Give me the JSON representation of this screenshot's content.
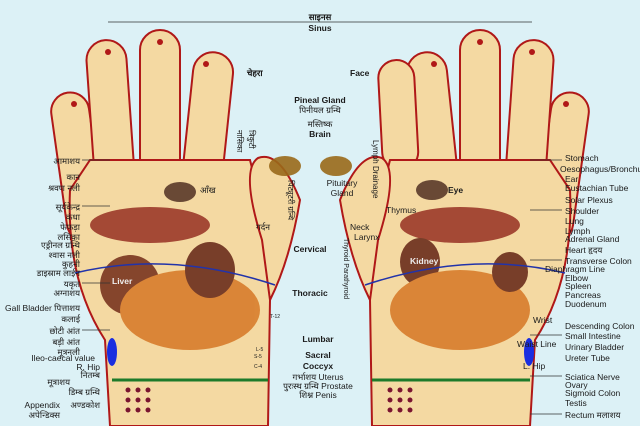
{
  "title": {
    "hindi": "साइनस",
    "english": "Sinus"
  },
  "center": {
    "face_hi": "चेहरा",
    "face_en": "Face",
    "pineal_en": "Pineal Gland",
    "pineal_hi": "पिनीयल ग्रन्थि",
    "brain_hi": "मस्तिष्क",
    "brain_en": "Brain",
    "pituitary_hi": "पिट्यूटरी ग्रन्थि",
    "pituitary_en": "Pituitary Gland",
    "nose_hi": "नासिका",
    "trikuti_hi": "त्रिकुटी",
    "neck_hi": "गर्दन",
    "lymph_drainage": "Lymph Drainage",
    "eye_hi": "आँख",
    "eye_en": "Eye",
    "thymus": "Thymus",
    "neck_en": "Neck",
    "larynx": "Larynx",
    "thyroid": "Thyroid Parathyroid",
    "liver": "Liver",
    "kidney": "Kidney",
    "cervical": "Cervical",
    "thoracic": "Thoracic",
    "lumbar": "Lumbar",
    "sacral": "Sacral",
    "coccyx": "Coccyx",
    "uterus": "गर्भाशय Uterus",
    "prostate": "पुरःस्थ ग्रन्थि Prostate",
    "penis": "शिश्न Penis",
    "t12": "T-12",
    "l5": "L-5",
    "s5": "S-5",
    "c4": "C-4"
  },
  "left_labels": [
    "आमाशय",
    "कान",
    "श्रवण नली",
    "सूर्यकेन्द्र",
    "कंधा",
    "फेफड़ा",
    "लसिका",
    "एड्रीनल ग्रन्थि",
    "श्वास नली",
    "कुहनी",
    "डाइस्राम लाईन",
    "यकृत",
    "अग्नाशय",
    "Gall Bladder पित्ताशय",
    "कलाई",
    "छोटी आंत",
    "बड़ी आंत",
    "मूत्रनली",
    "Ileo-caecal value",
    "R. Hip",
    "नितम्ब",
    "मूत्राशय",
    "डिम्ब ग्रन्थि",
    "Appendix",
    "अण्डकोश",
    "अपेन्डिक्स"
  ],
  "right_labels": [
    "Stomach",
    "Oesophagus/Bronchus",
    "Ear",
    "Eustachian Tube",
    "Solar Plexus",
    "Shoulder",
    "Lung",
    "Lymph",
    "Adrenal Gland",
    "Heart हृदय",
    "Transverse Colon",
    "Diaphragm Line",
    "Elbow",
    "Spleen",
    "Pancreas",
    "Duodenum",
    "Wrist",
    "Descending Colon",
    "Small Intestine",
    "Waist Line",
    "Urinary Bladder",
    "Ureter Tube",
    "L. Hip",
    "Sciatica Nerve",
    "Ovary",
    "Sigmoid Colon",
    "Testis",
    "Rectum मलाशय"
  ],
  "colors": {
    "background": "#dcf1f6",
    "skin": "#f4d9a2",
    "outline": "#b01818",
    "diaphragm": "#2233aa",
    "waist": "#1a2ee0",
    "wrist_band": "#1d7a2a"
  }
}
